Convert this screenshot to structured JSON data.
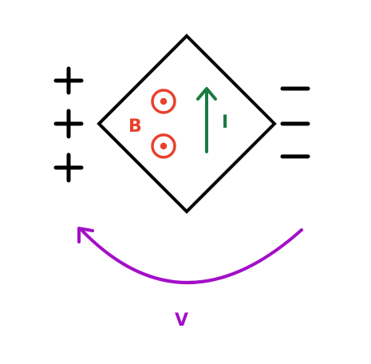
{
  "colors": {
    "outline": "#000000",
    "field": "#e8412c",
    "current": "#1a7a43",
    "voltage": "#a30fc8",
    "background": "#ffffff"
  },
  "labels": {
    "field": "B",
    "current": "I",
    "voltage": "V"
  },
  "icons": {
    "plus_charge": "plus-icon",
    "minus_charge": "minus-icon",
    "field_out_of_page": "dot-in-circle-icon",
    "current_arrow": "up-arrow-icon",
    "voltage_arrow": "curved-arrow-icon"
  }
}
